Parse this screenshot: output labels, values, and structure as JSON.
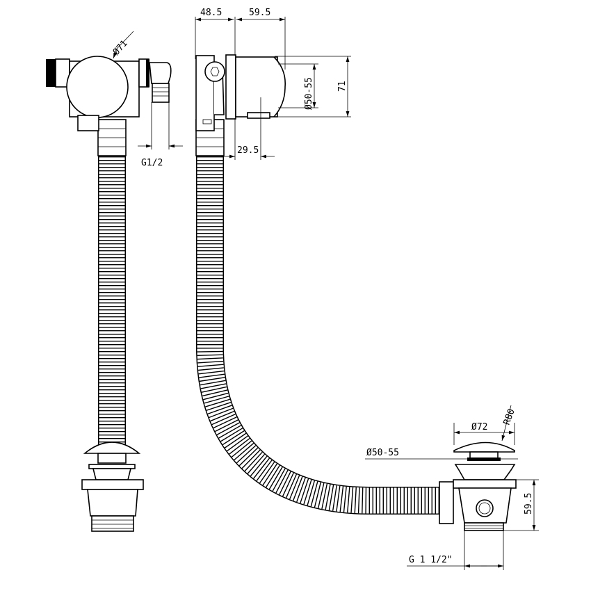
{
  "dimensions": {
    "body_diameter": "Ø71",
    "side_thread": "G1/2",
    "top_left_width": "48.5",
    "top_right_width": "59.5",
    "overflow_diameter": "Ø50-55",
    "overflow_height": "71",
    "overflow_offset": "29.5",
    "cap_radius": "R80",
    "cap_diameter": "Ø72",
    "waste_diameter": "Ø50-55",
    "waste_height": "59.5",
    "waste_thread": "G 1 1/2\""
  },
  "colors": {
    "line": "#000000",
    "background": "#ffffff"
  }
}
